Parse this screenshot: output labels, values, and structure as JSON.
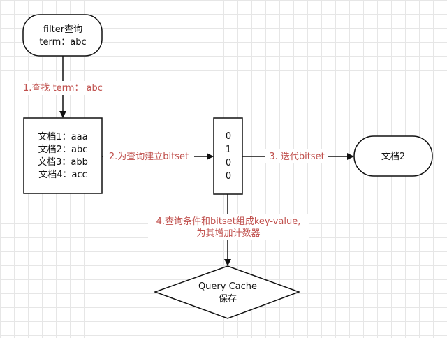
{
  "nodes": {
    "filter_query": [
      "filter查询",
      "term：abc"
    ],
    "documents": [
      "文档1：aaa",
      "文档2：abc",
      "文档3：abb",
      "文档4：acc"
    ],
    "bitset": [
      "0",
      "1",
      "0",
      "0"
    ],
    "result_doc": [
      "文档2"
    ],
    "query_cache": [
      "Query Cache",
      "保存"
    ]
  },
  "edges": {
    "step1": "1.查找 term： abc",
    "step2": "2.为查询建立bitset",
    "step3": "3. 迭代bitset",
    "step4": [
      "4.查询条件和bitset组成key-value,",
      "为其增加计数器"
    ]
  },
  "colors": {
    "node_stroke": "#111111",
    "edge_label": "#c0504d",
    "grid": "#e6e6e6"
  }
}
